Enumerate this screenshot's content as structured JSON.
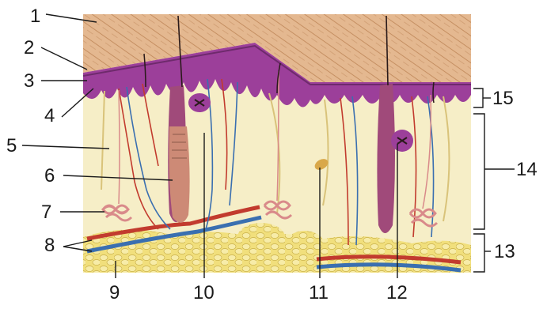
{
  "diagram": {
    "labels": [
      {
        "id": "1",
        "text": "1"
      },
      {
        "id": "2",
        "text": "2"
      },
      {
        "id": "3",
        "text": "3"
      },
      {
        "id": "4",
        "text": "4"
      },
      {
        "id": "5",
        "text": "5"
      },
      {
        "id": "6",
        "text": "6"
      },
      {
        "id": "7",
        "text": "7"
      },
      {
        "id": "8",
        "text": "8"
      },
      {
        "id": "9",
        "text": "9"
      },
      {
        "id": "10",
        "text": "10"
      },
      {
        "id": "11",
        "text": "11"
      },
      {
        "id": "12",
        "text": "12"
      },
      {
        "id": "13",
        "text": "13"
      },
      {
        "id": "14",
        "text": "14"
      },
      {
        "id": "15",
        "text": "15"
      }
    ]
  },
  "colors": {
    "epidermis_surface": "#e2b48c",
    "epidermis": "#9c3f9a",
    "dermis": "#f6eec7",
    "fat": "#f2dc6e",
    "artery": "#c23b2e",
    "vein": "#3a6fb0",
    "nerve": "#d9c37a",
    "hair_follicle": "#a04a7a"
  }
}
